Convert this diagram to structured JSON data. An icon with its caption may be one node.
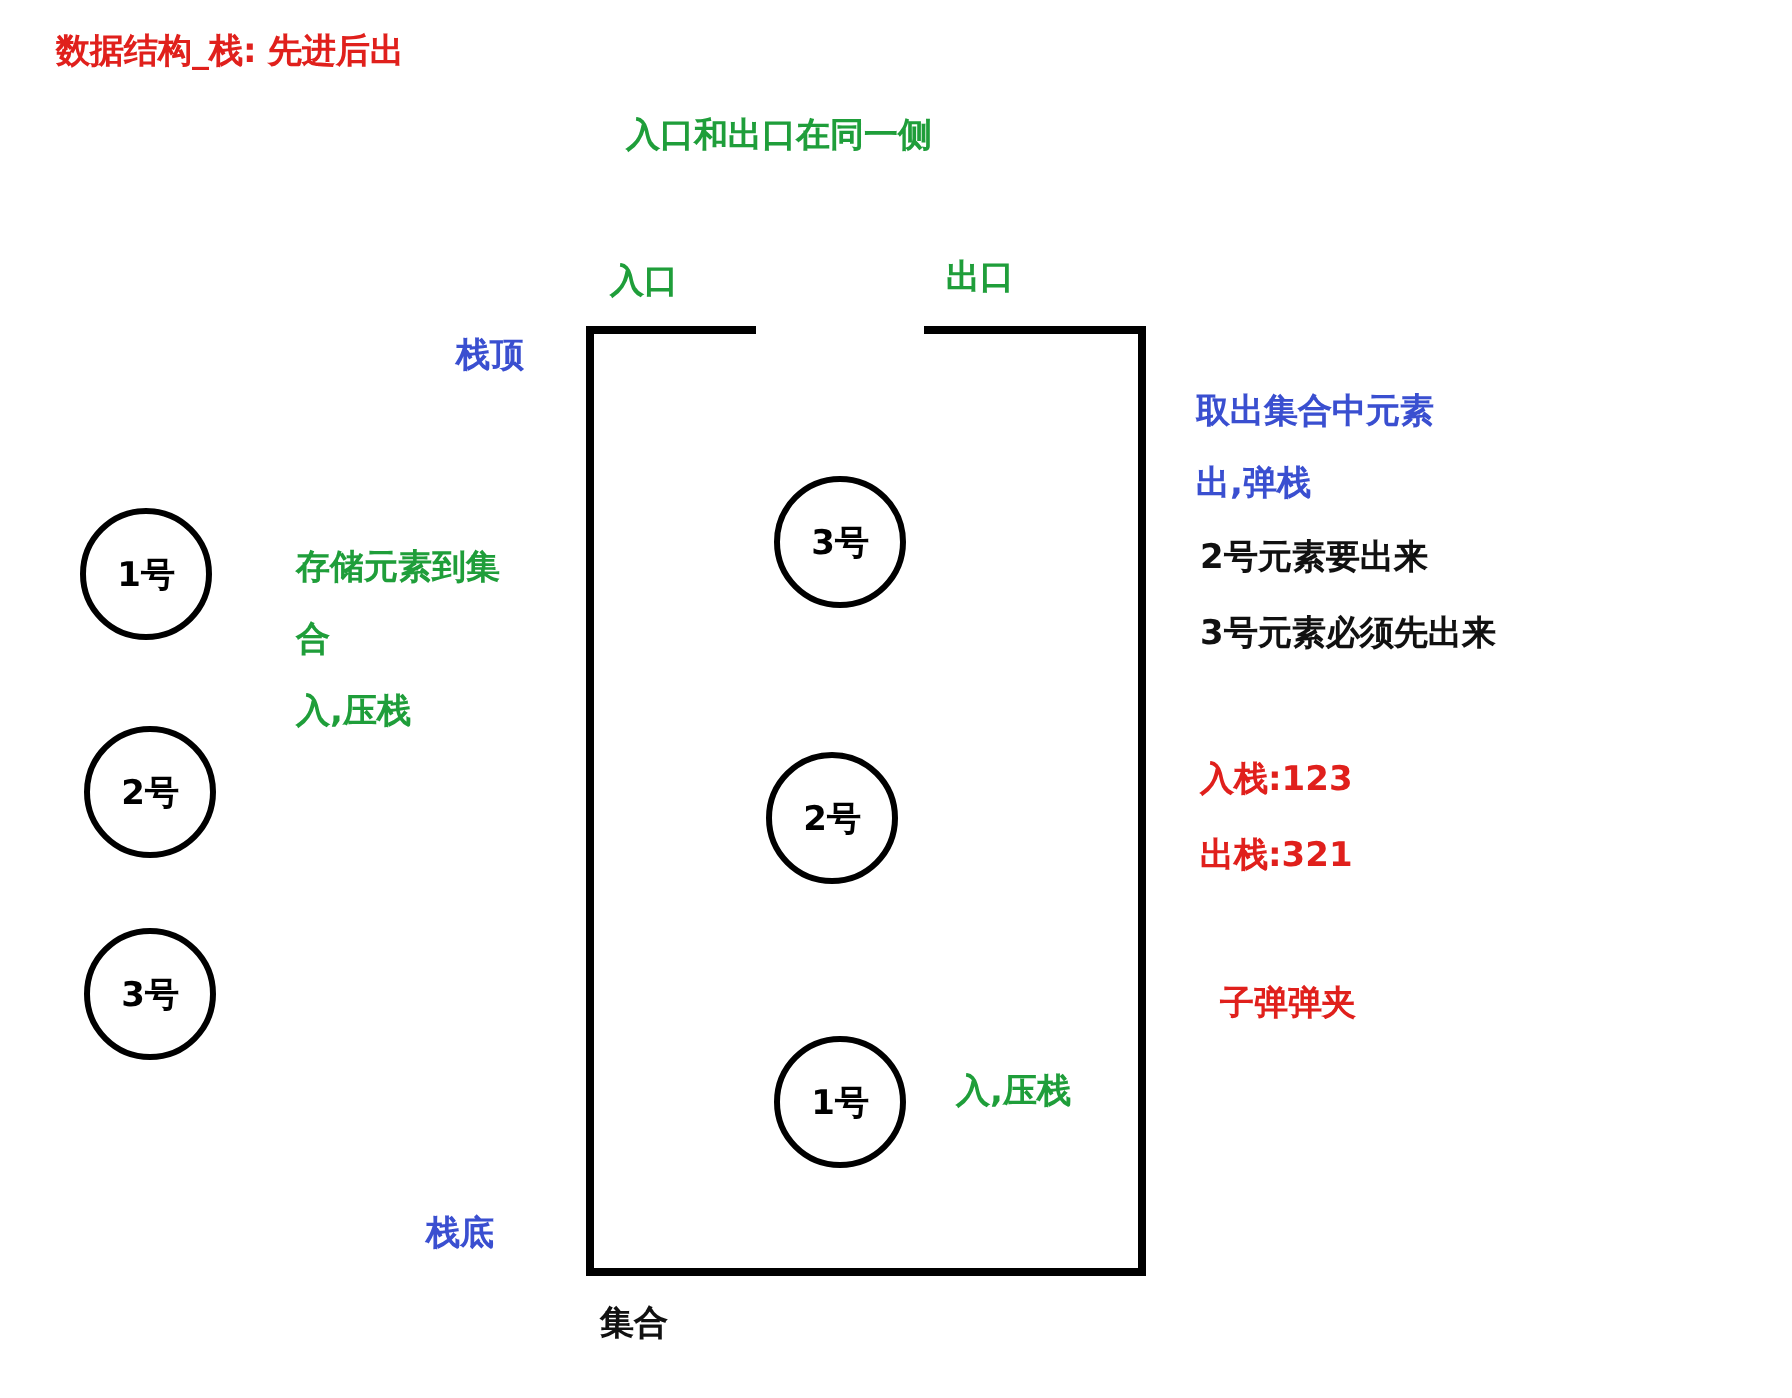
{
  "diagram": {
    "title": "数据结构_栈: 先进后出",
    "nodes": [
      {
        "text": [],
        "shape": "box",
        "beside": [
          "集合"
        ]
      },
      {
        "text": [
          "1号"
        ]
      },
      {
        "text": [
          "2号"
        ]
      },
      {
        "text": [
          "3号"
        ]
      },
      {
        "text": [
          "3号"
        ],
        "in": 0
      },
      {
        "text": [
          "2号"
        ],
        "in": 0
      },
      {
        "text": [
          "1号"
        ],
        "in": 0
      }
    ],
    "labels": [
      "入口和出口在同一侧",
      "入口",
      "出口",
      "栈顶",
      "存储元素到集合",
      "入,压栈",
      "取出集合中元素出,弹栈",
      "2号元素要出来",
      "3号元素必须先出来",
      "入栈:123",
      "出栈:321",
      "子弹弹夹",
      "入,压栈",
      "栈底"
    ]
  }
}
